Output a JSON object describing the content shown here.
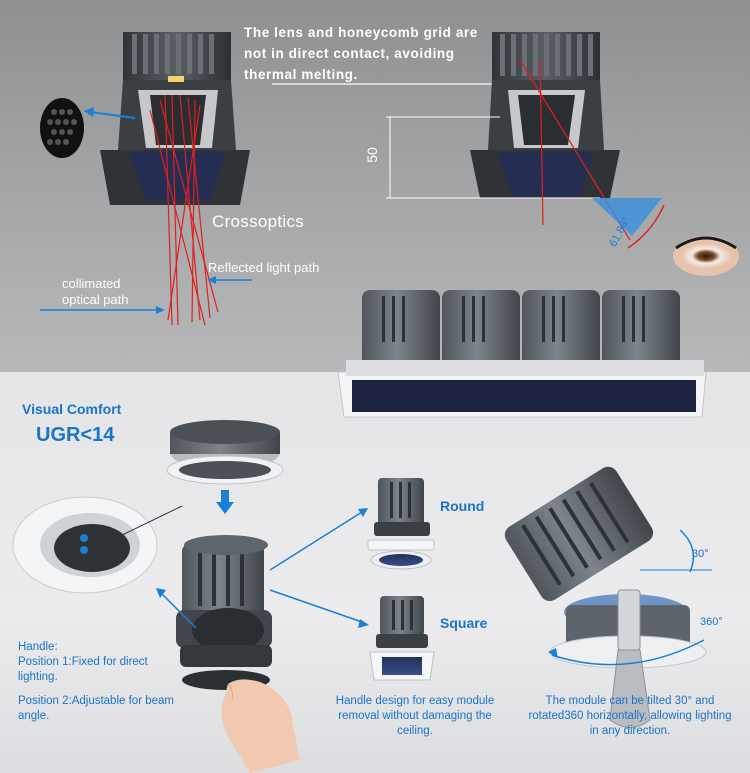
{
  "top_section": {
    "lens_note": "The lens and honeycomb grid are not in direct contact, avoiding thermal melting.",
    "crossoptics": "Crossoptics",
    "reflected_light_path": "Reflected light path",
    "collimated_optical_path": "collimated optical path",
    "dimension": "50",
    "cutoff_angle": "61.86°"
  },
  "bottom_section": {
    "visual_comfort_title": "Visual Comfort",
    "ugr": "UGR<14",
    "round_label": "Round",
    "square_label": "Square",
    "handle_title": "Handle:",
    "handle_position1": "Position 1:Fixed for direct lighting.",
    "handle_position2": "Position 2:Adjustable for beam angle.",
    "handle_design_caption": "Handle design for easy module removal without damaging the ceiling.",
    "tilt_caption": "The module can be tilted 30° and rotated360 horizontally, allowing lighting in any direction.",
    "tilt_angle": "30°",
    "rotation_angle": "360°"
  },
  "colors": {
    "accent_blue": "#1a73c8",
    "laser_red": "#e0201c",
    "housing_dark": "#3d4247"
  }
}
